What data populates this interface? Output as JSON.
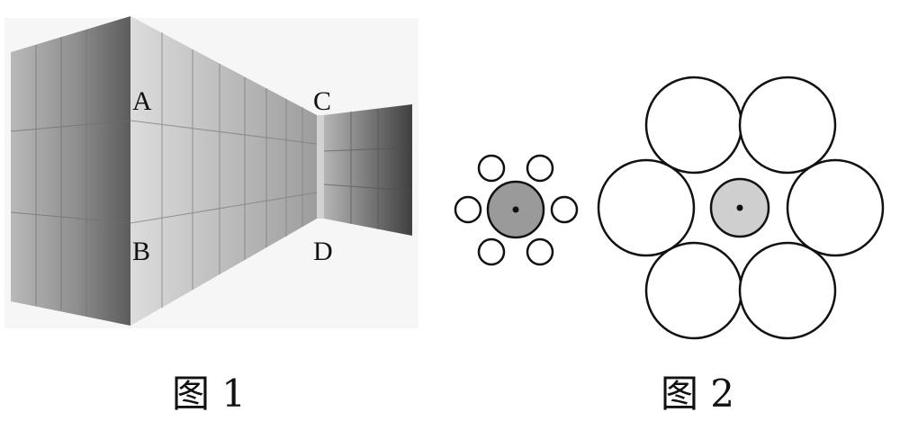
{
  "figure1": {
    "caption": "图 1",
    "points": {
      "A": "A",
      "B": "B",
      "C": "C",
      "D": "D"
    }
  },
  "figure2": {
    "caption": "图 2",
    "left_cluster": {
      "surrounding_circle_count": 6,
      "center_fill": "#9a9a9a"
    },
    "right_cluster": {
      "surrounding_circle_count": 6,
      "center_fill": "#cfcfcf"
    }
  },
  "colors": {
    "wall_light": "#d9d9d9",
    "wall_dark": "#5a5a5a",
    "stroke": "#111111"
  }
}
